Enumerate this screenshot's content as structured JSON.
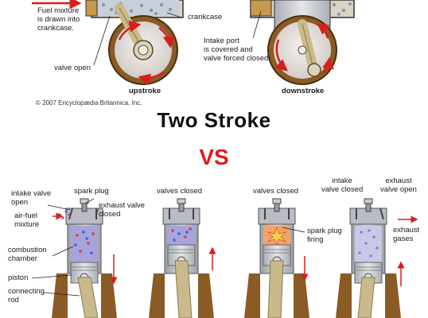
{
  "title": "Two Stroke",
  "vs": "VS",
  "copyright": "© 2007 Encyclopædia Britannica, Inc.",
  "two_stroke": {
    "labels": {
      "fuel_mixture": "Fuel mixture\nis drawn into\ncrankcase.",
      "crankcase": "crankcase",
      "valve_open": "valve open",
      "intake_port": "Intake port\nis covered and\nvalve forced closed.",
      "upstroke": "upstroke",
      "downstroke": "downstroke"
    }
  },
  "four_stroke": {
    "labels": {
      "intake_valve_open": "intake valve\nopen",
      "spark_plug": "spark plug",
      "exhaust_valve_closed": "exhaust valve\nclosed",
      "air_fuel_mixture": "air-fuel\nmixture",
      "combustion_chamber": "combustion\nchamber",
      "piston": "piston",
      "connecting_rod": "connecting\nrod",
      "valves_closed_1": "valves closed",
      "valves_closed_2": "valves closed",
      "spark_plug_firing": "spark plug\nfiring",
      "intake_valve_closed": "intake\nvalve closed",
      "exhaust_valve_open": "exhaust\nvalve open",
      "exhaust_gases": "exhaust\ngases"
    }
  },
  "colors": {
    "arrow_red": "#d81e1e",
    "vs_red": "#e01b1b",
    "cylinder_gray": "#b9bcc4",
    "piston_gray": "#c9ccd2",
    "rod_tan": "#c8ba8a",
    "crank_brown": "#9b6a2e",
    "chamber_purple": "#a7a4db",
    "firing_orange": "#f0a36a"
  }
}
